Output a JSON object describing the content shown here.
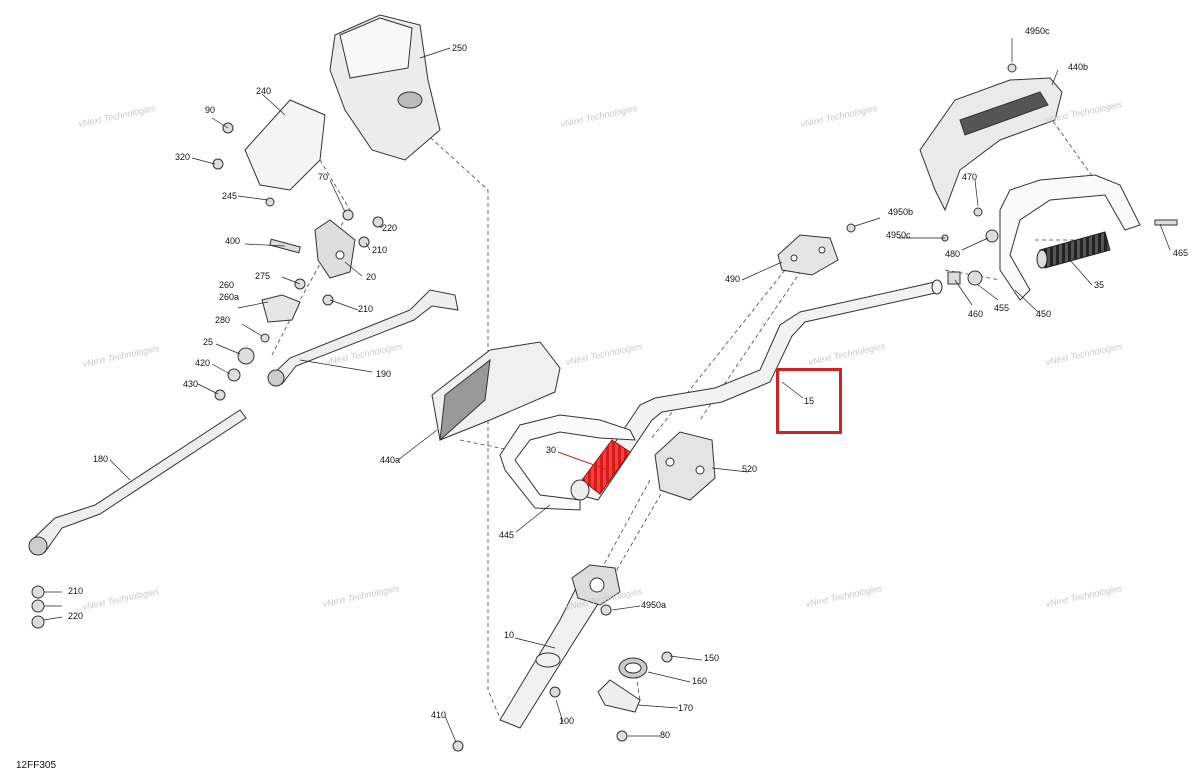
{
  "diagram": {
    "code": "12FF305",
    "highlighted_part": "15",
    "watermark": "vNext Technologies",
    "accent_color": "#d32020"
  },
  "callouts": [
    "250",
    "240",
    "90",
    "320",
    "245",
    "70",
    "220",
    "400",
    "210",
    "275",
    "20",
    "260",
    "260a",
    "280",
    "25",
    "420",
    "430",
    "190",
    "180",
    "210",
    "220",
    "4950c",
    "440b",
    "4950b",
    "4950c",
    "470",
    "480",
    "465",
    "35",
    "490",
    "460",
    "455",
    "450",
    "15",
    "30",
    "440a",
    "520",
    "445",
    "4950a",
    "10",
    "150",
    "160",
    "170",
    "410",
    "100",
    "80",
    "210"
  ]
}
